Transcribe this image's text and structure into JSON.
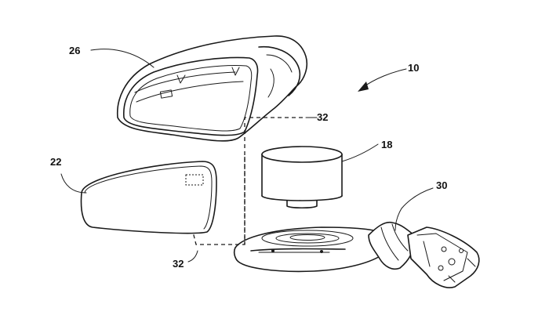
{
  "diagram": {
    "reference_numerals": {
      "assembly": "10",
      "heating_element": "18",
      "mirror_glass": "22",
      "housing": "26",
      "mount_bracket": "30",
      "wiring": "32",
      "wiring_lower": "32"
    },
    "components": [
      {
        "id": "housing",
        "numeral": "26"
      },
      {
        "id": "mirror-glass",
        "numeral": "22"
      },
      {
        "id": "cylindrical-module",
        "numeral": "18"
      },
      {
        "id": "mount-base",
        "numeral": "30"
      },
      {
        "id": "dashed-wiring",
        "numeral": "32"
      }
    ]
  }
}
